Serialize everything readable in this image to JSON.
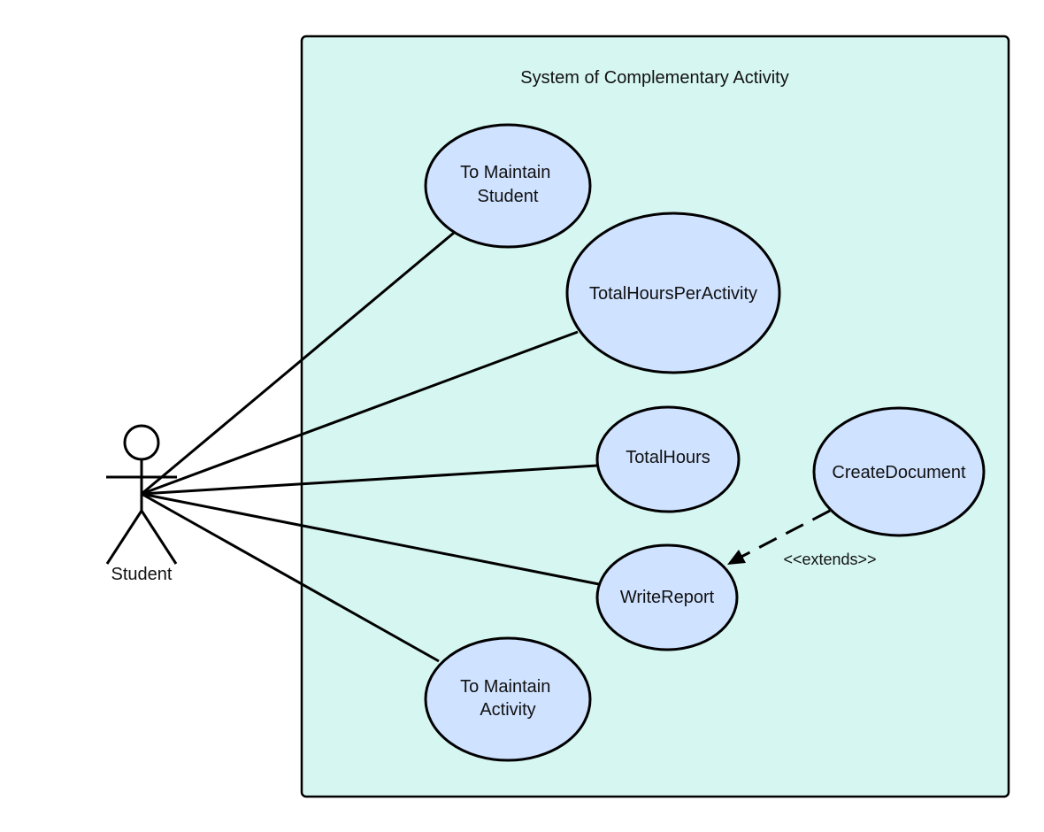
{
  "system": {
    "title": "System of Complementary Activity",
    "fill": "#d6f7f1",
    "stroke": "#000000"
  },
  "actor": {
    "name": "Student"
  },
  "use_cases": [
    {
      "id": "maintain-student",
      "lines": [
        "To Maintain",
        "Student"
      ]
    },
    {
      "id": "total-hours-per-activity",
      "lines": [
        "TotalHoursPerActivity"
      ]
    },
    {
      "id": "total-hours",
      "lines": [
        "TotalHours"
      ]
    },
    {
      "id": "create-document",
      "lines": [
        "CreateDocument"
      ]
    },
    {
      "id": "write-report",
      "lines": [
        "WriteReport"
      ]
    },
    {
      "id": "maintain-activity",
      "lines": [
        "To Maintain",
        "Activity"
      ]
    }
  ],
  "use_case_fill": "#cfe2ff",
  "associations": [
    "maintain-student",
    "total-hours-per-activity",
    "total-hours",
    "write-report",
    "maintain-activity"
  ],
  "extend": {
    "from": "create-document",
    "to": "write-report",
    "label": "<<extends>>"
  }
}
